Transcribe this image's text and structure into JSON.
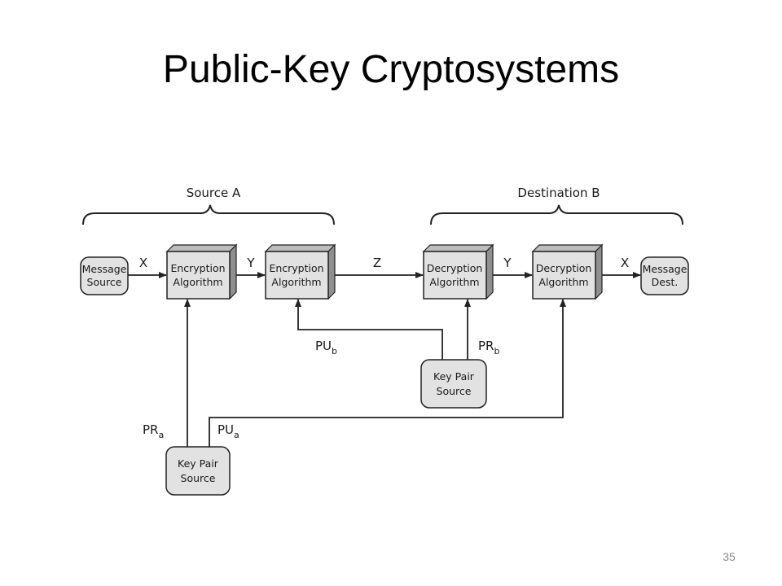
{
  "slide": {
    "title": "Public-Key Cryptosystems",
    "page_number": "35"
  },
  "diagram": {
    "groups": {
      "source": "Source A",
      "destination": "Destination B"
    },
    "nodes": {
      "message_source": {
        "line1": "Message",
        "line2": "Source"
      },
      "encryption_1": {
        "line1": "Encryption",
        "line2": "Algorithm"
      },
      "encryption_2": {
        "line1": "Encryption",
        "line2": "Algorithm"
      },
      "decryption_1": {
        "line1": "Decryption",
        "line2": "Algorithm"
      },
      "decryption_2": {
        "line1": "Decryption",
        "line2": "Algorithm"
      },
      "message_dest": {
        "line1": "Message",
        "line2": "Dest."
      },
      "key_pair_b": {
        "line1": "Key Pair",
        "line2": "Source"
      },
      "key_pair_a": {
        "line1": "Key Pair",
        "line2": "Source"
      }
    },
    "edge_labels": {
      "x_in": "X",
      "y_mid_a": "Y",
      "z": "Z",
      "y_mid_b": "Y",
      "x_out": "X",
      "pu_b": {
        "main": "PU",
        "sub": "b"
      },
      "pr_b": {
        "main": "PR",
        "sub": "b"
      },
      "pr_a": {
        "main": "PR",
        "sub": "a"
      },
      "pu_a": {
        "main": "PU",
        "sub": "a"
      }
    },
    "colors": {
      "box_fill": "#e2e2e2",
      "box_side": "#8f8f8f",
      "box_top": "#bdbdbd",
      "line": "#222222"
    }
  }
}
